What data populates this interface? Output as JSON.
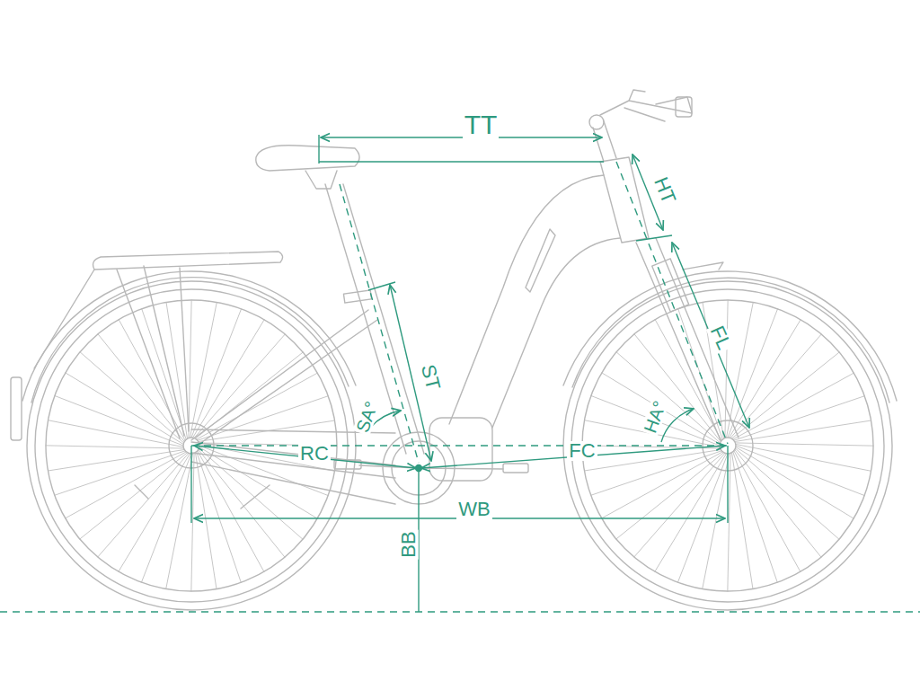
{
  "diagram": {
    "labels": [
      "TT",
      "HT",
      "FL",
      "ST",
      "SA°",
      "HA°",
      "RC",
      "FC",
      "WB",
      "BB"
    ]
  }
}
